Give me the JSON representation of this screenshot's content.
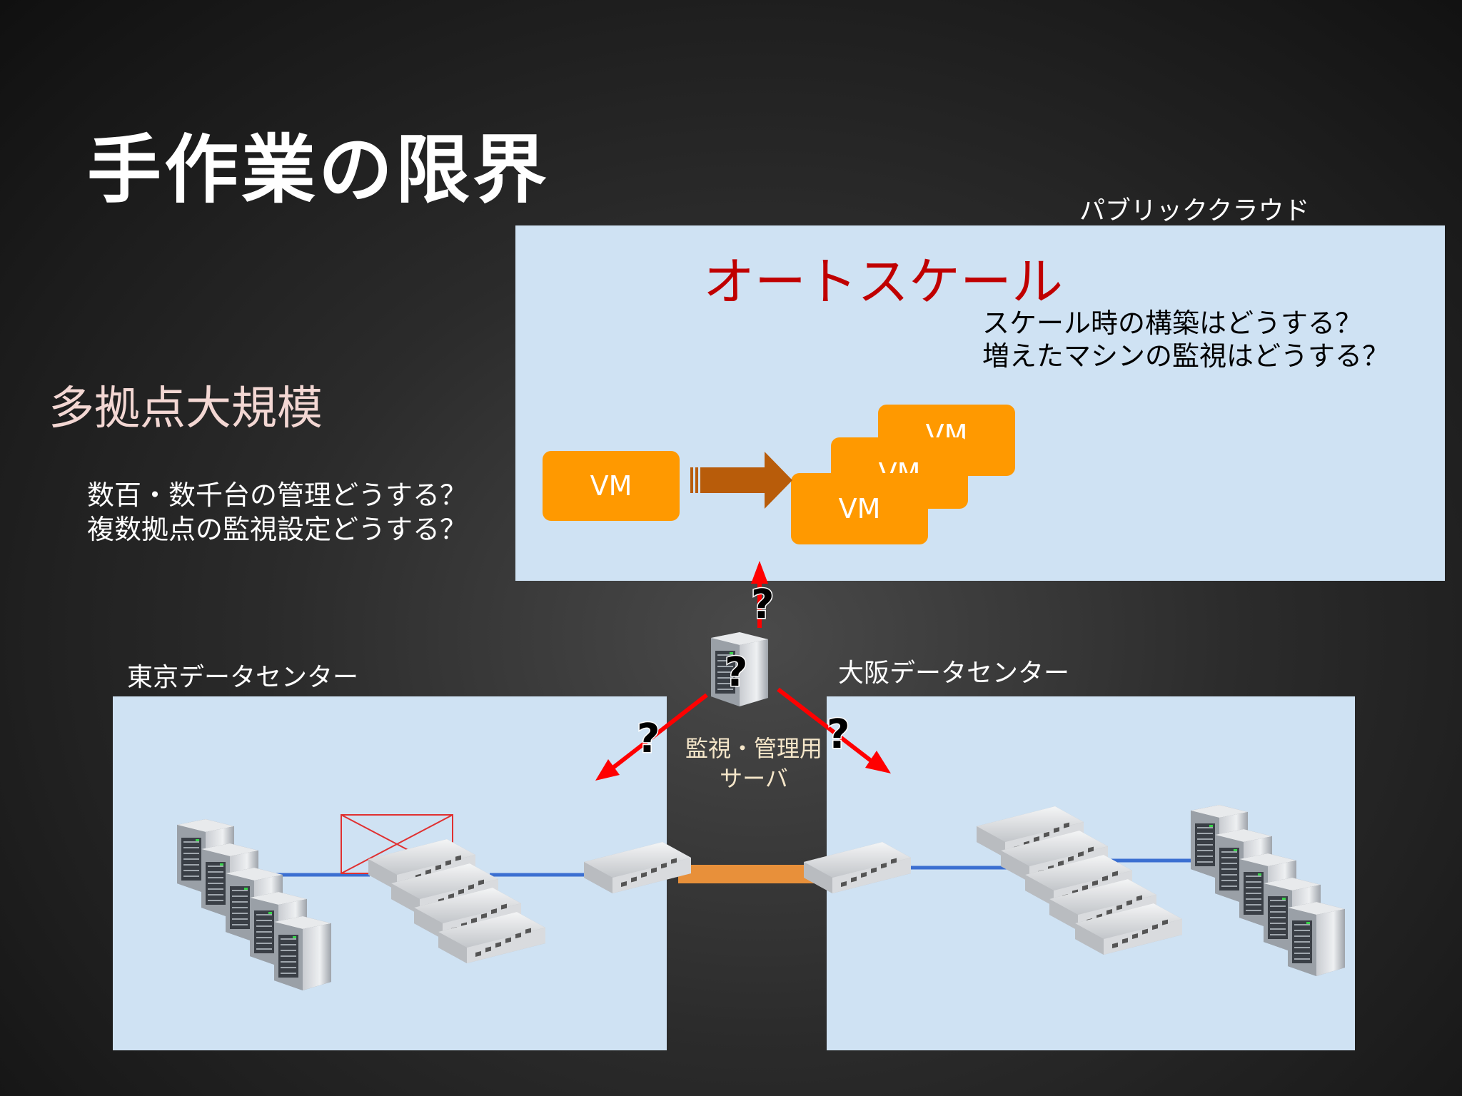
{
  "slide": {
    "title": "手作業の限界",
    "subheading": "多拠点大規模",
    "questions": [
      "数百・数千台の管理どうする？",
      "複数拠点の監視設定どうする？"
    ]
  },
  "cloud": {
    "label": "パブリッククラウド",
    "heading": "オートスケール",
    "questions": [
      "スケール時の構築はどうする？",
      "増えたマシンの監視はどうする？"
    ],
    "vm_source": "VM",
    "vm_stack": [
      "VM",
      "VM",
      "VM"
    ]
  },
  "tokyo": {
    "label": "東京データセンター"
  },
  "osaka": {
    "label": "大阪データセンター"
  },
  "monitor_server": {
    "label_lines": [
      "監視・管理用",
      "サーバ"
    ]
  },
  "question_mark": "?",
  "colors": {
    "panel": "#cfe2f3",
    "vm": "#ff9900",
    "arrow_brown": "#b85c0a",
    "red_arrow": "#ff0000",
    "autoscale_text": "#c00000",
    "link_blue": "#3b6fd1",
    "link_orange": "#e8903a"
  }
}
